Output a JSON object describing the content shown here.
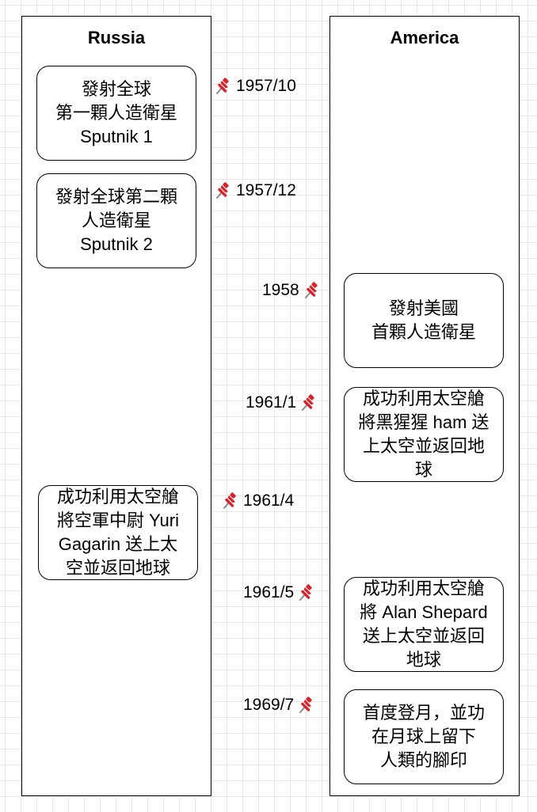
{
  "lanes": {
    "left_title": "Russia",
    "right_title": "America"
  },
  "events": [
    {
      "date": "1957/10",
      "text": "發射全球\n第一顆人造衛星\nSputnik 1",
      "side": "left"
    },
    {
      "date": "1957/12",
      "text": "發射全球第二顆\n人造衛星\nSputnik 2",
      "side": "left"
    },
    {
      "date": "1958",
      "text": "發射美國\n首顆人造衛星",
      "side": "right"
    },
    {
      "date": "1961/1",
      "text": "成功利用太空艙\n將黑猩猩 ham 送\n上太空並返回地\n球",
      "side": "right"
    },
    {
      "date": "1961/4",
      "text": "成功利用太空艙\n將空軍中尉 Yuri\nGagarin 送上太\n空並返回地球",
      "side": "left"
    },
    {
      "date": "1961/5",
      "text": "成功利用太空艙\n將 Alan Shepard\n送上太空並返回\n地球",
      "side": "right"
    },
    {
      "date": "1969/7",
      "text": "首度登月，並功\n在月球上留下\n人類的腳印",
      "side": "right"
    }
  ],
  "icons": {
    "pin": "pushpin-icon",
    "pin_color": "#d8232a"
  }
}
